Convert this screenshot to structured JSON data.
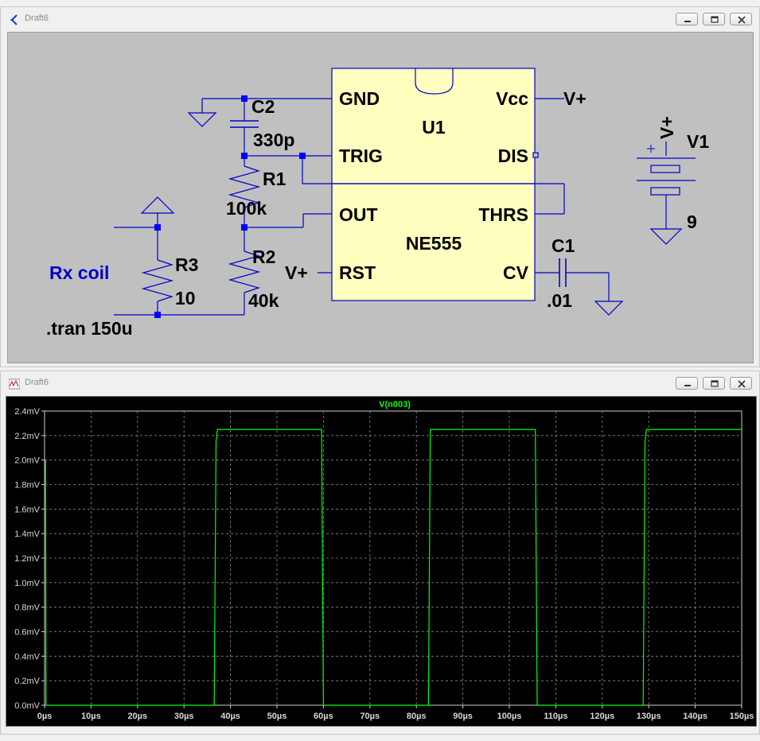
{
  "schematic_window": {
    "title": "Draft6",
    "controls": [
      "minimize",
      "restore",
      "close"
    ],
    "components": {
      "u1": {
        "ref": "U1",
        "model": "NE555",
        "pins": {
          "gnd": "GND",
          "vcc": "Vcc",
          "trig": "TRIG",
          "dis": "DIS",
          "out": "OUT",
          "thrs": "THRS",
          "rst": "RST",
          "cv": "CV"
        }
      },
      "c2": {
        "ref": "C2",
        "value": "330p"
      },
      "r1": {
        "ref": "R1",
        "value": "100k"
      },
      "r2": {
        "ref": "R2",
        "value": "40k"
      },
      "r3": {
        "ref": "R3",
        "value": "10"
      },
      "c1": {
        "ref": "C1",
        "value": ".01"
      },
      "v1": {
        "ref": "V1",
        "value": "9"
      }
    },
    "net_labels": {
      "vcc_net": "V+",
      "rst_net": "V+",
      "v1_net": "V+"
    },
    "comment": "Rx coil",
    "directive": ".tran 150u",
    "colors": {
      "canvas": "#c0c0c0",
      "wire": "#0000c8",
      "junction": "#0000ff",
      "ic_fill": "#ffffc0",
      "comment": "#0000c8"
    }
  },
  "waveform_window": {
    "title": "Draft6",
    "controls": [
      "minimize",
      "restore",
      "close"
    ],
    "trace_color": "#00ff00",
    "chart_data": {
      "type": "line",
      "title": "V(n003)",
      "x_ticks": [
        "0µs",
        "10µs",
        "20µs",
        "30µs",
        "40µs",
        "50µs",
        "60µs",
        "70µs",
        "80µs",
        "90µs",
        "100µs",
        "110µs",
        "120µs",
        "130µs",
        "140µs",
        "150µs"
      ],
      "y_ticks": [
        "0.0mV",
        "0.2mV",
        "0.4mV",
        "0.6mV",
        "0.8mV",
        "1.0mV",
        "1.2mV",
        "1.4mV",
        "1.6mV",
        "1.8mV",
        "2.0mV",
        "2.2mV",
        "2.4mV"
      ],
      "xlim": [
        0,
        150
      ],
      "ylim": [
        0,
        2.4
      ],
      "x_unit": "µs",
      "y_unit": "mV",
      "grid": true,
      "series": [
        {
          "name": "V(n003)",
          "x": [
            0,
            0.2,
            0.3,
            36.5,
            36.9,
            37.2,
            59.6,
            60.0,
            82.6,
            83.0,
            105.6,
            106.0,
            128.8,
            129.2,
            129.5,
            150
          ],
          "y": [
            2.0,
            2.0,
            0.0,
            0.0,
            2.15,
            2.25,
            2.25,
            0.0,
            0.0,
            2.25,
            2.25,
            0.0,
            0.0,
            2.15,
            2.25,
            2.25
          ]
        }
      ]
    }
  }
}
